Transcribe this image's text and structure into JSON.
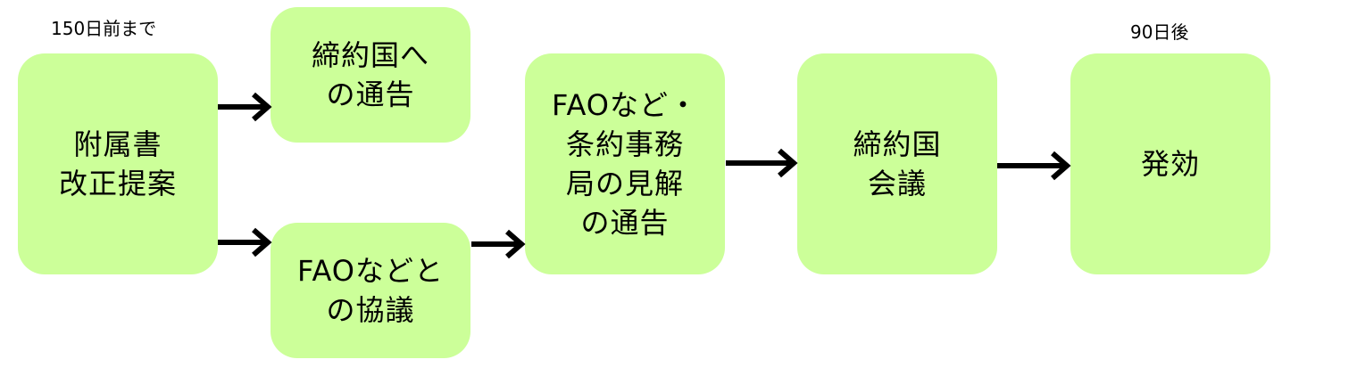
{
  "notes": {
    "start": "150日前まで",
    "end": "90日後"
  },
  "nodes": {
    "proposal": "附属書\n改正提案",
    "notify_parties": "締約国へ\nの通告",
    "consult_fao": "FAOなどと\nの協議",
    "fao_views": "FAOなど・\n条約事務\n局の見解\nの通告",
    "conference": "締約国\n会議",
    "entry_into_force": "発効"
  },
  "colors": {
    "node_fill": "#ccff99",
    "arrow": "#000000"
  }
}
